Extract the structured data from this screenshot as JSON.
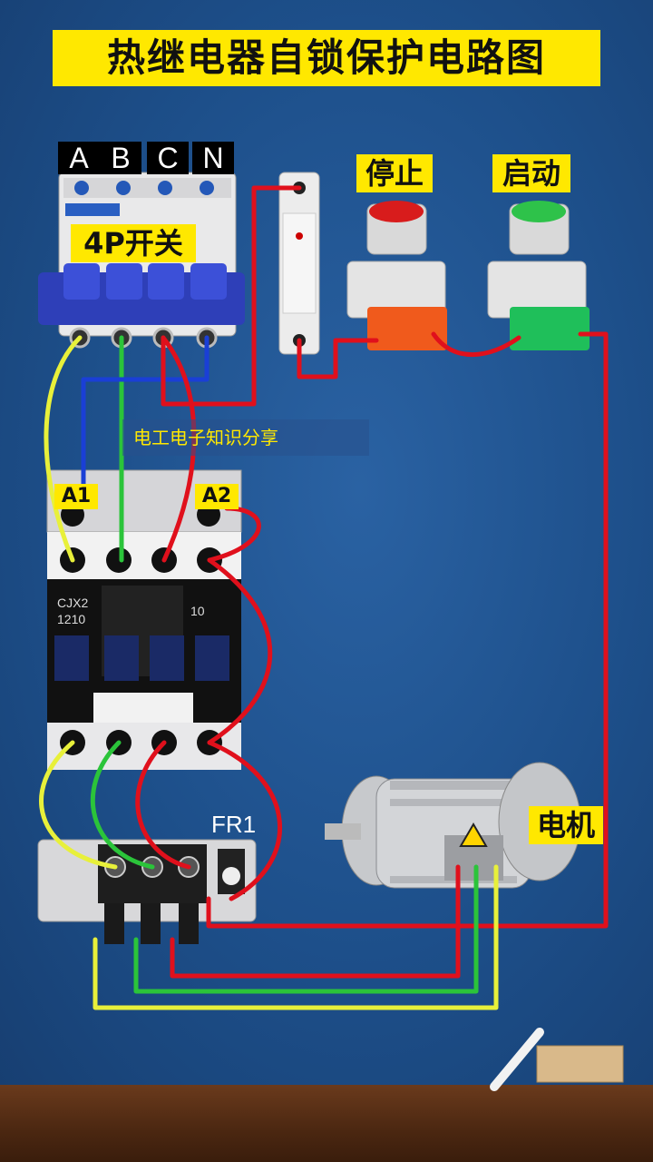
{
  "title": "热继电器自锁保护电路图",
  "phases": [
    "A",
    "B",
    "C",
    "N"
  ],
  "labels": {
    "breaker": "4P开关",
    "stop": "停止",
    "start": "启动",
    "coil_a1": "A1",
    "coil_a2": "A2",
    "relay": "FR1",
    "motor": "电机",
    "contactor_model": "CJX2",
    "contactor_code": "1210",
    "aux_contact": "10"
  },
  "watermark": "电工电子知识分享",
  "colors": {
    "title_bg": "#ffe800",
    "wire_red": "#e0101c",
    "wire_blue": "#1a3fd6",
    "wire_green": "#2bc43a",
    "wire_yellow": "#e8f03a",
    "background": "#1d4f8a"
  }
}
